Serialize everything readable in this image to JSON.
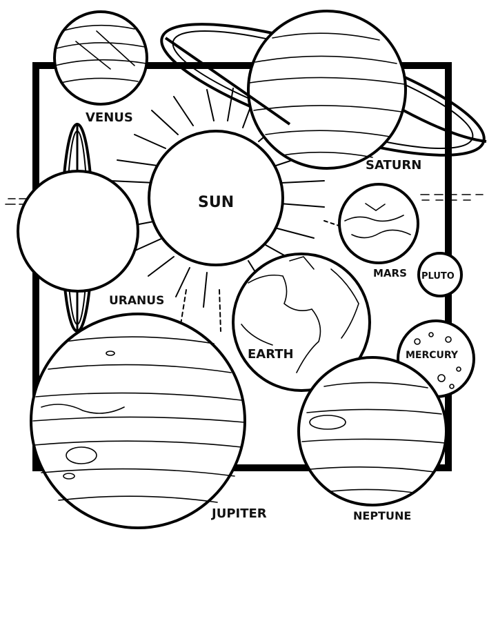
{
  "planets": {
    "venus": "VENUS",
    "saturn": "SATURN",
    "sun": "SUN",
    "mars": "MARS",
    "pluto": "PLUTO",
    "uranus": "URANUS",
    "earth": "EARTH",
    "mercury": "MERCURY",
    "jupiter": "JUPITER",
    "neptune": "NEPTUNE"
  },
  "colors": {
    "ink": "#000000",
    "paper": "#ffffff"
  }
}
